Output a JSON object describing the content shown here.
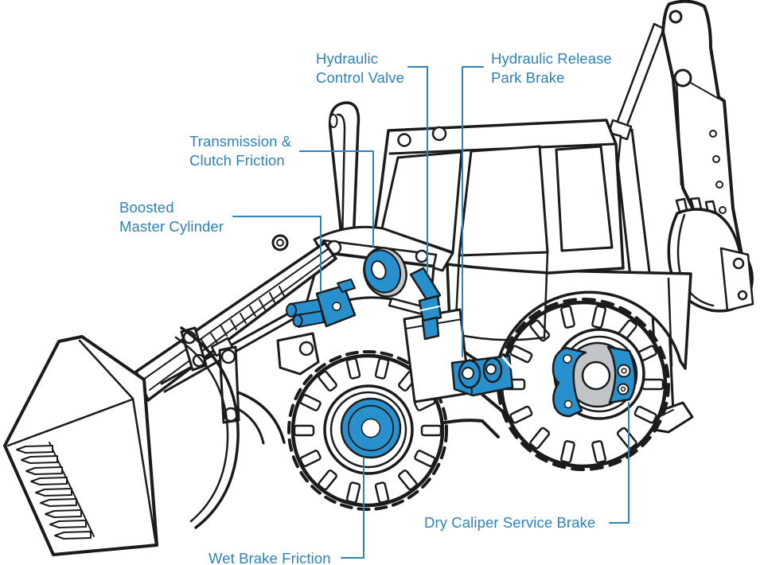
{
  "figure": {
    "type": "labeled-parts-diagram",
    "subject": "Backhoe loader brake and hydraulic system components",
    "colors": {
      "label_blue": "#2D82BA",
      "highlight_blue": "#2990CE",
      "outline_black": "#1B1B1B",
      "disc_gray": "#C2C5C7",
      "background": "#FFFFFF"
    }
  },
  "labels": {
    "hydraulic_control_valve": {
      "line1": "Hydraulic",
      "line2": "Control Valve"
    },
    "hydraulic_release_park_brake": {
      "line1": "Hydraulic Release",
      "line2": "Park Brake"
    },
    "transmission_clutch_friction": {
      "line1": "Transmission &",
      "line2": "Clutch Friction"
    },
    "boosted_master_cylinder": {
      "line1": "Boosted",
      "line2": "Master Cylinder"
    },
    "dry_caliper_service_brake": {
      "line1": "Dry Caliper Service Brake"
    },
    "wet_brake_friction": {
      "line1": "Wet Brake Friction"
    }
  }
}
